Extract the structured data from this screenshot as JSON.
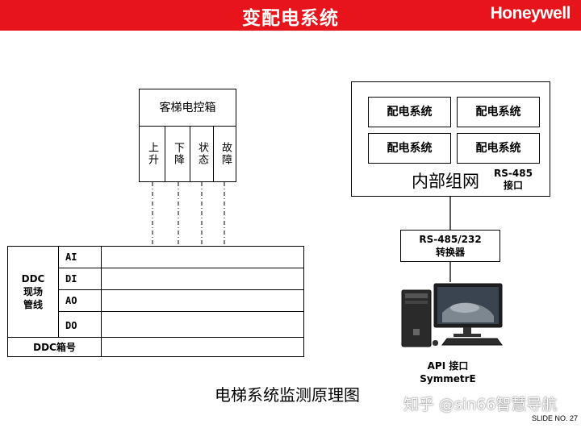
{
  "header": {
    "title": "变配电系统",
    "logo": "Honeywell"
  },
  "elevator_box": {
    "title": "客梯电控箱",
    "signals": [
      "上升",
      "下降",
      "状态",
      "故障"
    ]
  },
  "ddc_table": {
    "group_label_line1": "DDC",
    "group_label_line2": "现场",
    "group_label_line3": "管线",
    "rows": [
      "AI",
      "DI",
      "AO",
      "DO"
    ],
    "footer_label": "DDC箱号"
  },
  "network_box": {
    "items": [
      "配电系统",
      "配电系统",
      "配电系统",
      "配电系统"
    ],
    "label": "内部组网",
    "interface_line1": "RS-485",
    "interface_line2": "接口"
  },
  "converter": {
    "line1": "RS-485/232",
    "line2": "转换器"
  },
  "workstation": {
    "line1": "API 接口",
    "line2": "SymmetrE"
  },
  "caption": "电梯系统监测原理图",
  "watermark": "知乎 @sin66智慧导航",
  "slide_number": "SLIDE NO. 27"
}
